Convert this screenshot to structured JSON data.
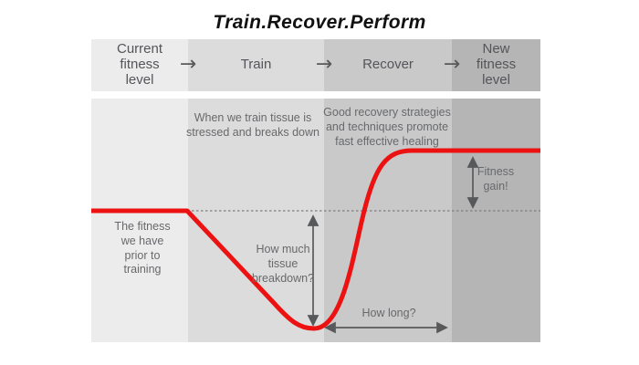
{
  "title": "Train.Recover.Perform",
  "header": {
    "arrow_icon": "→",
    "stages": [
      {
        "label": "Current\nfitness\nlevel"
      },
      {
        "label": "Train"
      },
      {
        "label": "Recover"
      },
      {
        "label": "New\nfitness\nlevel"
      }
    ]
  },
  "annotations": {
    "prior_fitness": "The fitness\nwe have\nprior to\ntraining",
    "train_note": "When we train tissue is\nstressed and breaks down",
    "recover_note": "Good recovery strategies\nand techniques promote\nfast effective healing",
    "breakdown_question": "How much\ntissue\nbreakdown?",
    "duration_question": "How long?",
    "gain_label": "Fitness\ngain!"
  },
  "colors": {
    "curve_red": "#ec1212",
    "band_current": "#ececec",
    "band_train": "#dcdcdc",
    "band_recover": "#c9c9c9",
    "band_new": "#b5b5b5",
    "arrow_gray": "#58595b",
    "header_text": "#54555a",
    "note_text": "#68696c",
    "baseline_dotted": "#7d7d80"
  }
}
